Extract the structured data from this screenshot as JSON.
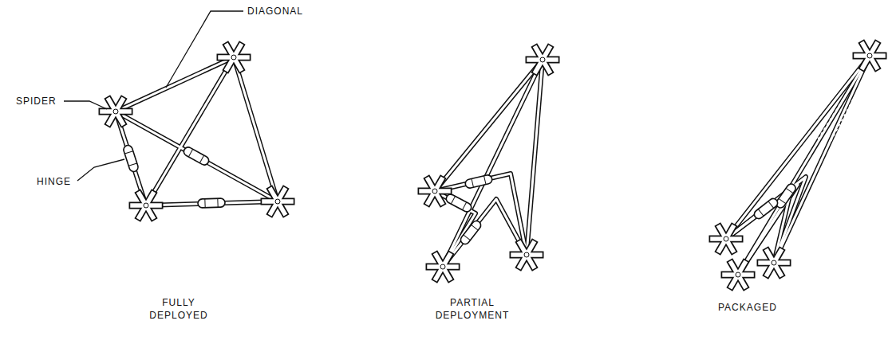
{
  "diagram": {
    "labels": [
      "DIAGONAL",
      "SPIDER",
      "HINGE",
      "FULLY DEPLOYED",
      "PARTIAL DEPLOYMENT",
      "PACKAGED"
    ]
  }
}
